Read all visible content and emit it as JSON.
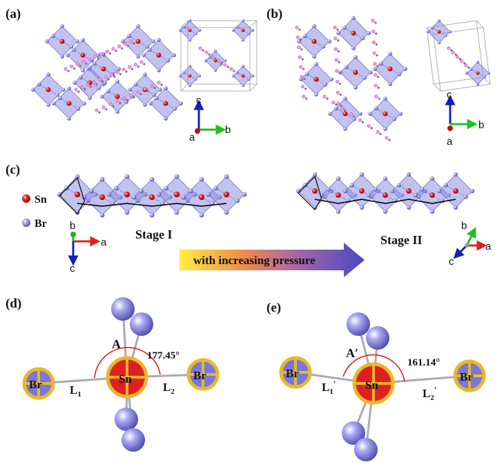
{
  "panels": {
    "a": "(a)",
    "b": "(b)",
    "c": "(c)",
    "d": "(d)",
    "e": "(e)"
  },
  "axes": {
    "a_panel": {
      "c": "c",
      "b": "b",
      "a": "a"
    },
    "b_panel": {
      "c": "c",
      "b": "b",
      "a": "a"
    },
    "stage1": {
      "b": "b",
      "a": "a",
      "c": "c"
    },
    "stage2": {
      "b": "b",
      "a": "a",
      "c": "c"
    }
  },
  "legend": {
    "sn": "Sn",
    "br": "Br"
  },
  "stages": {
    "stage1": "Stage I",
    "stage2": "Stage II"
  },
  "arrow_text": "with increasing pressure",
  "panel_d": {
    "br_left": "Br",
    "sn": "Sn",
    "br_right": "Br",
    "angle_label": "A",
    "angle_value": "177.45°",
    "l1": "L",
    "l1_sub": "1",
    "l2": "L",
    "l2_sub": "2"
  },
  "panel_e": {
    "br_left": "Br",
    "sn": "Sn",
    "br_right": "Br",
    "angle_label": "A′",
    "angle_value": "161.14°",
    "l1": "L",
    "l1_sub": "1",
    "l1_prime": "′",
    "l2": "L",
    "l2_sub": "2",
    "l2_prime": "′"
  },
  "colors": {
    "octahedron": "#8f8fe0",
    "br_atom": "#7777dd",
    "sn_atom": "#e0201c",
    "ring": "#e8b82a",
    "ligand": "#ee7ad8",
    "axis_a": "#e02020",
    "axis_b": "#20c020",
    "axis_c": "#1020c0"
  }
}
